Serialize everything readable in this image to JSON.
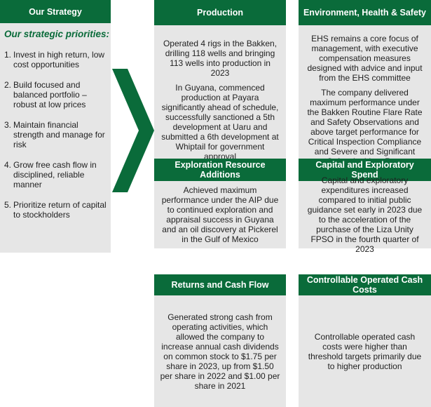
{
  "strategy": {
    "title": "Our Strategy",
    "subtitle": "Our strategic priorities:",
    "priorities": [
      {
        "num": "1.",
        "text": "Invest in high return, low cost opportunities"
      },
      {
        "num": "2.",
        "text": "Build focused and balanced portfolio – robust at low prices"
      },
      {
        "num": "3.",
        "text": "Maintain financial strength and manage for risk"
      },
      {
        "num": "4.",
        "text": "Grow free cash flow in disciplined, reliable manner"
      },
      {
        "num": "5.",
        "text": "Prioritize return of capital to stockholders"
      }
    ]
  },
  "production": {
    "title": "Production",
    "p1": "Operated 4 rigs in the Bakken, drilling 118 wells and bringing 113 wells into production in 2023",
    "p2": "In Guyana, commenced production at Payara significantly ahead of schedule, successfully sanctioned a 5th development at Uaru and submitted a 6th development at Whiptail for government approval"
  },
  "ehs": {
    "title": "Environment, Health & Safety",
    "p1": "EHS remains a core focus of management, with executive compensation measures designed with advice and input from the EHS committee",
    "p2": "The company delivered maximum performance under the Bakken Routine Flare Rate and Safety Observations and above target performance for Critical Inspection Compliance and Severe and Significant Safety Incident Rate"
  },
  "exploration": {
    "title": "Exploration Resource Additions",
    "p1": "Achieved maximum performance under the AIP due to continued exploration and appraisal success in Guyana and an oil discovery at Pickerel in the Gulf of Mexico"
  },
  "capex": {
    "title": "Capital and Exploratory Spend",
    "p1": "Capital and exploratory expenditures increased compared to initial public guidance set early in 2023 due to the acceleration of the purchase of the Liza Unity FPSO in the fourth quarter of 2023"
  },
  "returns": {
    "title": "Returns and Cash Flow",
    "p1": "Generated strong cash from operating activities, which allowed the company to increase annual cash dividends on common stock to $1.75 per share in 2023, up from $1.50 per share in 2022 and $1.00 per share in 2021"
  },
  "cashcosts": {
    "title": "Controllable Operated Cash Costs",
    "p1": "Controllable operated cash costs were higher than threshold targets primarily due to higher production"
  },
  "colors": {
    "brand_green": "#0a6b3a",
    "panel_gray": "#e6e6e6"
  }
}
